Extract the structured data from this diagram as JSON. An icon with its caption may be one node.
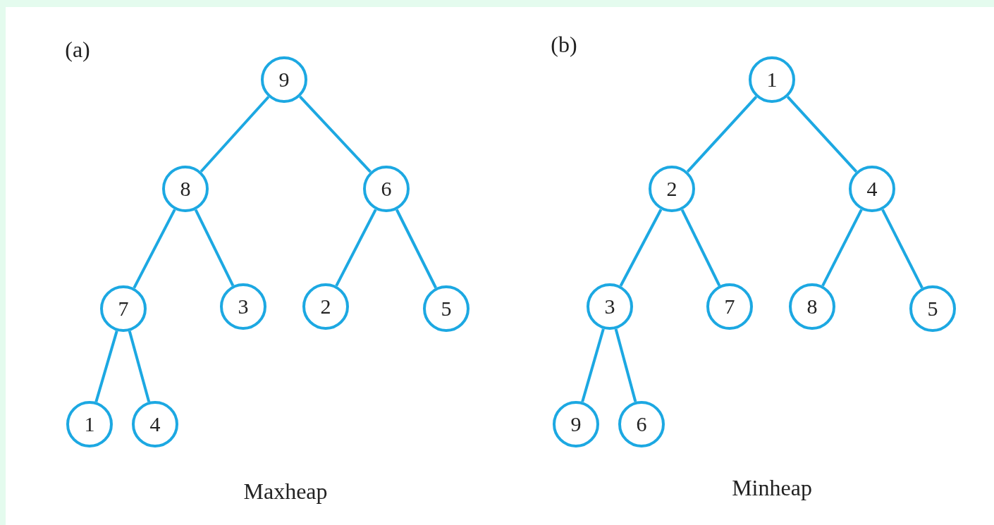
{
  "diagram": {
    "nodes": [
      {
        "text": [
          "9"
        ]
      },
      {
        "text": [
          "8"
        ]
      },
      {
        "text": [
          "6"
        ]
      },
      {
        "text": [
          "7"
        ]
      },
      {
        "text": [
          "3"
        ]
      },
      {
        "text": [
          "2"
        ]
      },
      {
        "text": [
          "5"
        ]
      },
      {
        "text": [
          "1"
        ]
      },
      {
        "text": [
          "4"
        ]
      },
      {
        "text": [
          "1"
        ]
      },
      {
        "text": [
          "2"
        ]
      },
      {
        "text": [
          "4"
        ]
      },
      {
        "text": [
          "3"
        ]
      },
      {
        "text": [
          "7"
        ]
      },
      {
        "text": [
          "8"
        ]
      },
      {
        "text": [
          "5"
        ]
      },
      {
        "text": [
          "9"
        ]
      },
      {
        "text": [
          "6"
        ]
      }
    ],
    "edges": [
      {
        "from": 0,
        "to": 1,
        "arrow": "none"
      },
      {
        "from": 0,
        "to": 2,
        "arrow": "none"
      },
      {
        "from": 1,
        "to": 3,
        "arrow": "none"
      },
      {
        "from": 1,
        "to": 4,
        "arrow": "none"
      },
      {
        "from": 2,
        "to": 5,
        "arrow": "none"
      },
      {
        "from": 2,
        "to": 6,
        "arrow": "none"
      },
      {
        "from": 3,
        "to": 7,
        "arrow": "none"
      },
      {
        "from": 3,
        "to": 8,
        "arrow": "none"
      },
      {
        "from": 9,
        "to": 10,
        "arrow": "none"
      },
      {
        "from": 9,
        "to": 11,
        "arrow": "none"
      },
      {
        "from": 10,
        "to": 12,
        "arrow": "none"
      },
      {
        "from": 10,
        "to": 13,
        "arrow": "none"
      },
      {
        "from": 11,
        "to": 14,
        "arrow": "none"
      },
      {
        "from": 11,
        "to": 15,
        "arrow": "none"
      },
      {
        "from": 12,
        "to": 16,
        "arrow": "none"
      },
      {
        "from": 12,
        "to": 17,
        "arrow": "none"
      }
    ],
    "labels": [
      "(a)",
      "(b)",
      "Maxheap",
      "Minheap"
    ]
  }
}
